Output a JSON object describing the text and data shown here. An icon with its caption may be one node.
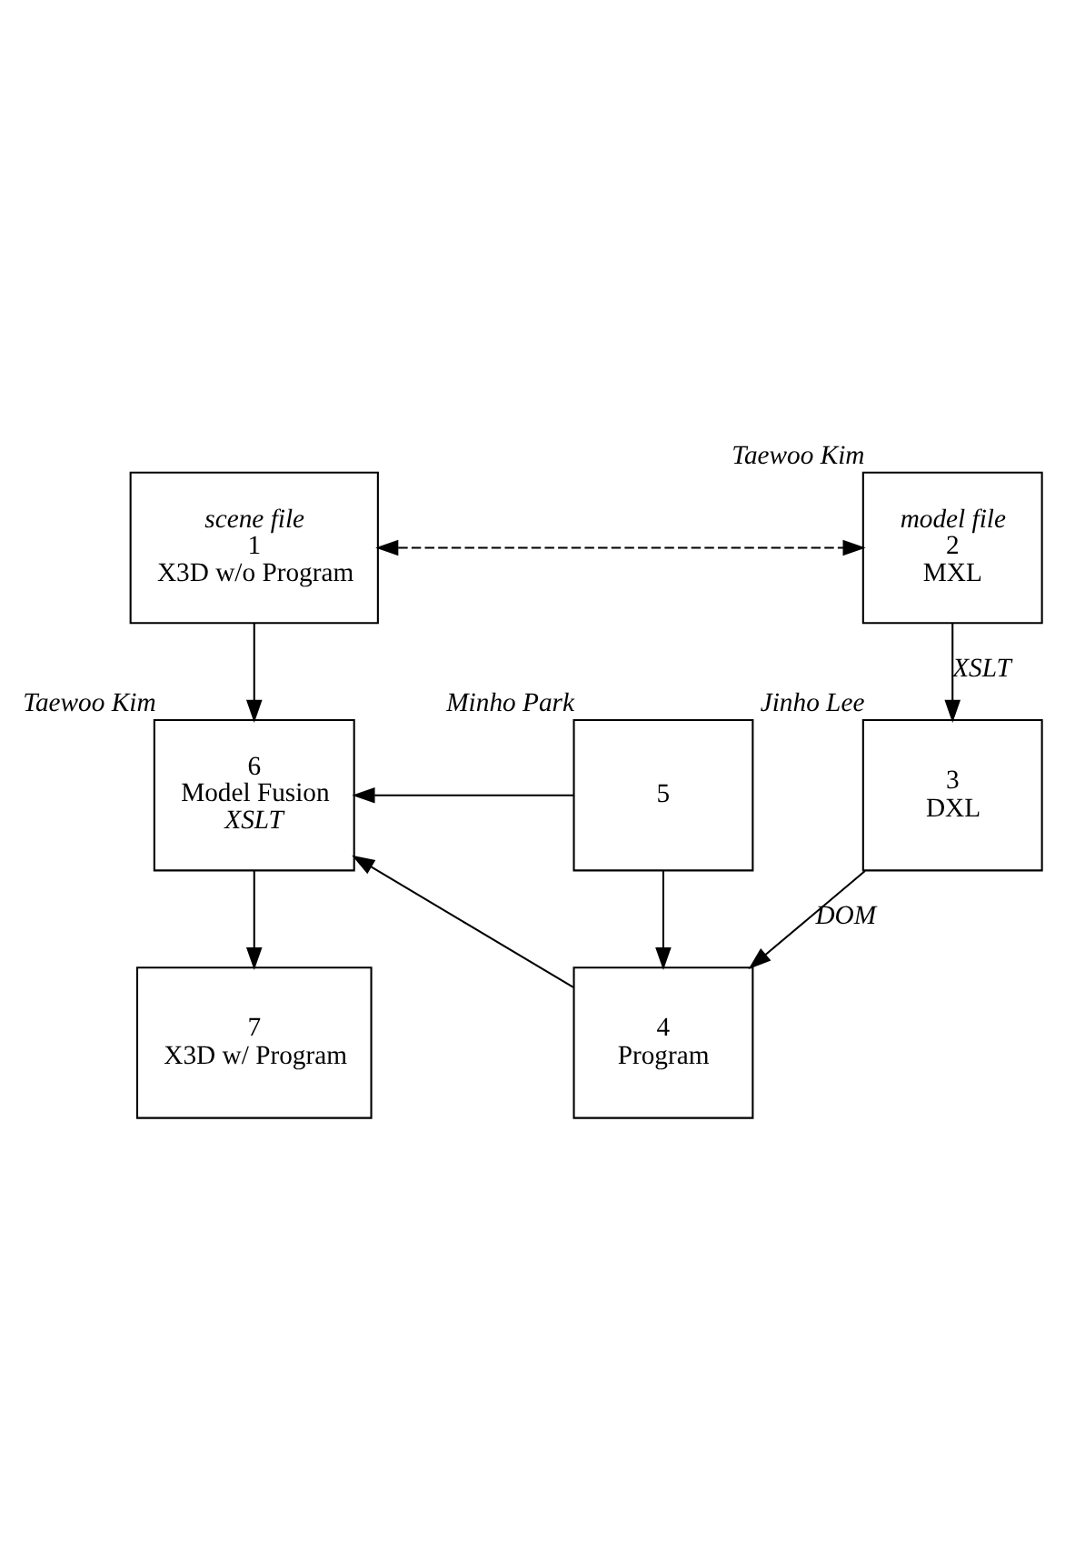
{
  "diagram": {
    "nodes": [
      {
        "text": [
          "scene file",
          "1",
          "X3D w/o Program"
        ]
      },
      {
        "text": [
          "model file",
          "2",
          "MXL"
        ],
        "beside": [
          "Taewoo Kim"
        ]
      },
      {
        "text": [
          "3",
          "DXL"
        ],
        "beside": [
          "Jinho Lee"
        ]
      },
      {
        "text": [
          "4",
          "Program"
        ]
      },
      {
        "text": [
          "5"
        ],
        "beside": [
          "Minho Park"
        ]
      },
      {
        "text": [
          "6",
          "Model Fusion",
          "XSLT"
        ],
        "beside": [
          "Taewoo Kim"
        ]
      },
      {
        "text": [
          "7",
          "X3D w/ Program"
        ]
      }
    ],
    "edges": [
      {
        "from": 0,
        "to": 1,
        "arrow": "both",
        "style": "dashed"
      },
      {
        "from": 1,
        "to": 2,
        "arrow": "to",
        "label": "XSLT"
      },
      {
        "from": 2,
        "to": 3,
        "arrow": "to",
        "label": "DOM"
      },
      {
        "from": 3,
        "to": 5,
        "arrow": "to"
      },
      {
        "from": 0,
        "to": 5,
        "arrow": "to"
      },
      {
        "from": 4,
        "to": 3,
        "arrow": "to"
      },
      {
        "from": 4,
        "to": 5,
        "arrow": "to"
      },
      {
        "from": 5,
        "to": 6,
        "arrow": "to"
      }
    ]
  }
}
